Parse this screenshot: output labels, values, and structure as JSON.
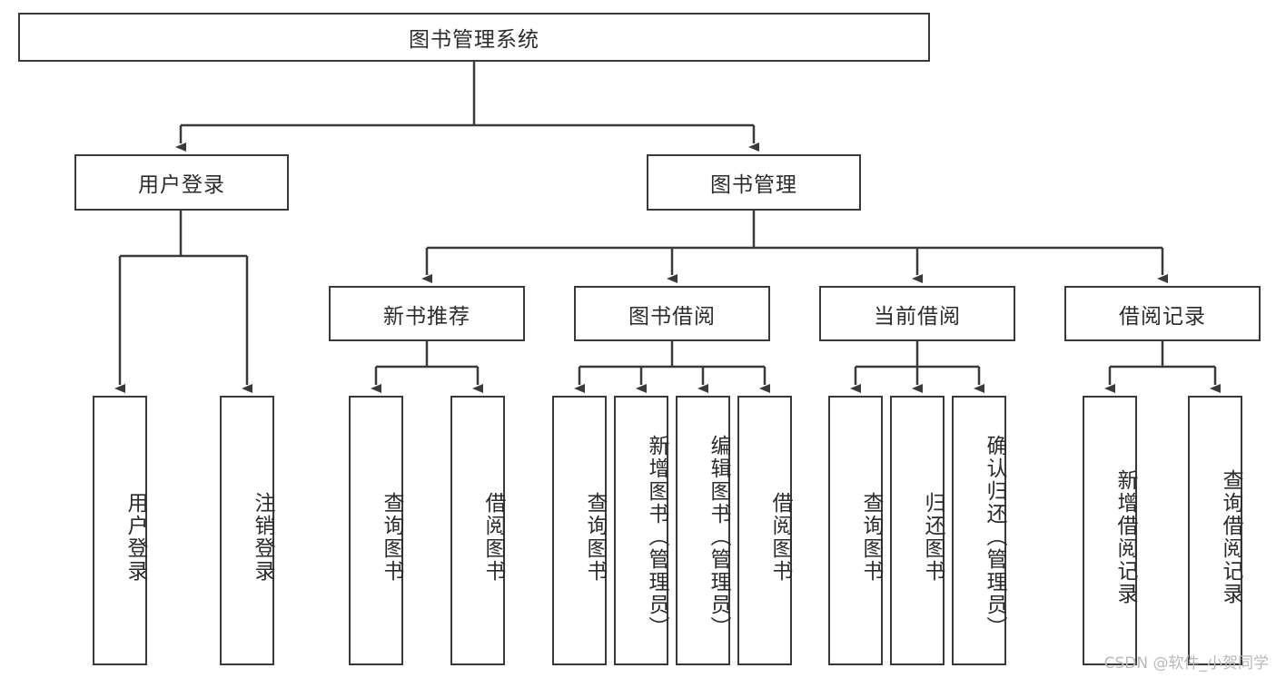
{
  "diagram": {
    "type": "tree-hierarchy",
    "title": "图书管理系统",
    "watermark": "CSDN @软件_小贺同学",
    "colors": {
      "border": "#3a3a3a",
      "background": "#ffffff",
      "text": "#2b2b2b",
      "edge": "#3a3a3a",
      "watermark": "#b9b9b9"
    },
    "nodes": {
      "root": {
        "label": "图书管理系统",
        "level": 1,
        "orientation": "horizontal"
      },
      "l2": [
        {
          "id": "user-login",
          "label": "用户登录",
          "level": 2,
          "orientation": "horizontal"
        },
        {
          "id": "book-manage",
          "label": "图书管理",
          "level": 2,
          "orientation": "horizontal"
        }
      ],
      "l3": [
        {
          "id": "new-book-recommend",
          "label": "新书推荐",
          "level": 3,
          "orientation": "horizontal"
        },
        {
          "id": "book-borrow",
          "label": "图书借阅",
          "level": 3,
          "orientation": "horizontal"
        },
        {
          "id": "current-borrow",
          "label": "当前借阅",
          "level": 3,
          "orientation": "horizontal"
        },
        {
          "id": "borrow-record",
          "label": "借阅记录",
          "level": 3,
          "orientation": "horizontal"
        }
      ],
      "leaves": [
        {
          "id": "leaf-user-login",
          "label": "用户登录",
          "parent": "user-login",
          "orientation": "vertical"
        },
        {
          "id": "leaf-logout-login",
          "label": "注销登录",
          "parent": "user-login",
          "orientation": "vertical"
        },
        {
          "id": "leaf-query-book-1",
          "label": "查询图书",
          "parent": "new-book-recommend",
          "orientation": "vertical"
        },
        {
          "id": "leaf-borrow-book-1",
          "label": "借阅图书",
          "parent": "new-book-recommend",
          "orientation": "vertical"
        },
        {
          "id": "leaf-query-book-2",
          "label": "查询图书",
          "parent": "book-borrow",
          "orientation": "vertical"
        },
        {
          "id": "leaf-add-book",
          "label": "新增图书（管理员）",
          "parent": "book-borrow",
          "orientation": "vertical"
        },
        {
          "id": "leaf-edit-book",
          "label": "编辑图书（管理员）",
          "parent": "book-borrow",
          "orientation": "vertical"
        },
        {
          "id": "leaf-borrow-book-2",
          "label": "借阅图书",
          "parent": "book-borrow",
          "orientation": "vertical"
        },
        {
          "id": "leaf-query-book-3",
          "label": "查询图书",
          "parent": "current-borrow",
          "orientation": "vertical"
        },
        {
          "id": "leaf-return-book",
          "label": "归还图书",
          "parent": "current-borrow",
          "orientation": "vertical"
        },
        {
          "id": "leaf-confirm-return",
          "label": "确认归还（管理员）",
          "parent": "current-borrow",
          "orientation": "vertical"
        },
        {
          "id": "leaf-add-record",
          "label": "新增借阅记录",
          "parent": "borrow-record",
          "orientation": "vertical"
        },
        {
          "id": "leaf-query-record",
          "label": "查询借阅记录",
          "parent": "borrow-record",
          "orientation": "vertical"
        }
      ]
    }
  }
}
